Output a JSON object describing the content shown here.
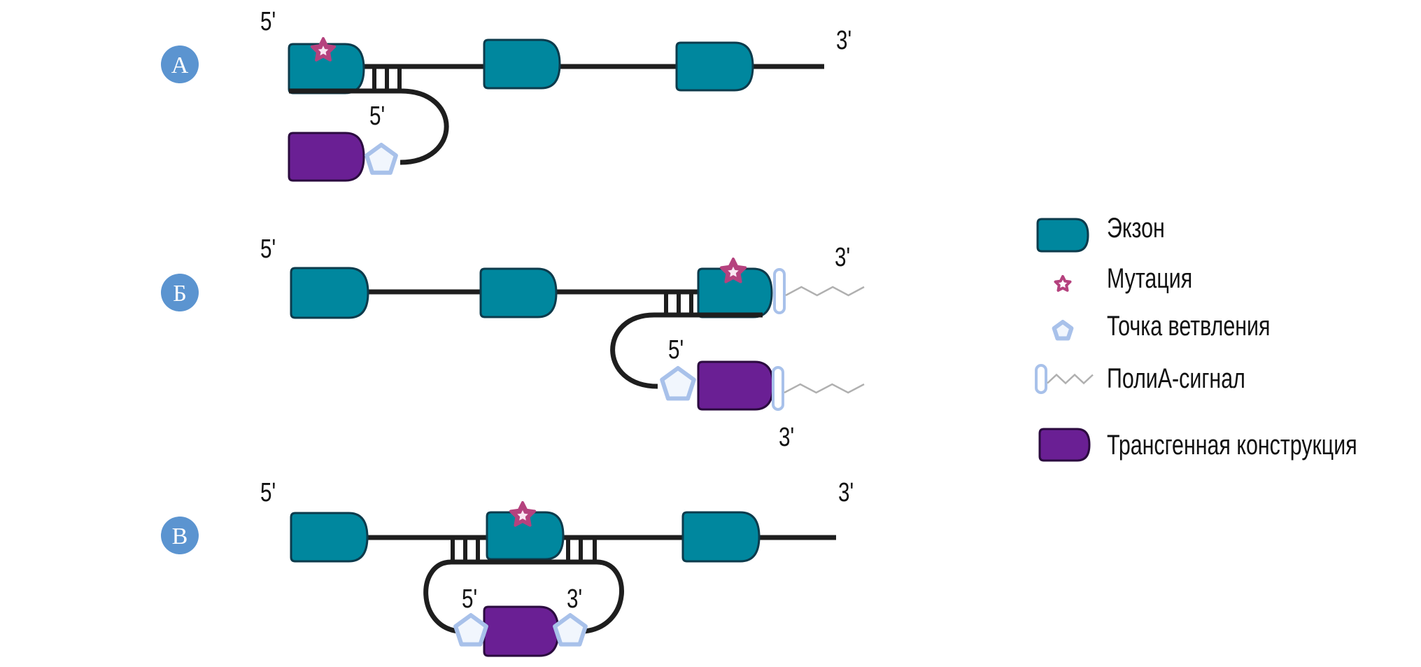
{
  "colors": {
    "exon_fill": "#00879e",
    "exon_stroke": "#0d3b4c",
    "transgene_fill": "#6a1f94",
    "transgene_stroke": "#2b0b3f",
    "mutation_fill": "#b5427e",
    "mutation_inner": "#f9e6f2",
    "branch_stroke": "#a8c1ea",
    "branch_fill": "#f1f6fd",
    "polya_bar": "#a8c1ea",
    "polya_wave": "#b0b0b0",
    "strand": "#1e1e1e",
    "panel_circle": "#5b94d0"
  },
  "panels": [
    {
      "id": "A",
      "letter": "А",
      "label_5prime": "5'",
      "label_3prime": "3'",
      "transgene_label_5prime": "5'"
    },
    {
      "id": "B",
      "letter": "Б",
      "label_5prime": "5'",
      "label_3prime": "3'",
      "transgene_label_5prime": "5'",
      "transgene_label_3prime": "3'"
    },
    {
      "id": "C",
      "letter": "В",
      "label_5prime": "5'",
      "label_3prime": "3'",
      "transgene_label_5prime": "5'",
      "transgene_label_3prime": "3'"
    }
  ],
  "legend": [
    {
      "key": "exon",
      "label": "Экзон"
    },
    {
      "key": "mutation",
      "label": "Мутация"
    },
    {
      "key": "branch-point",
      "label": "Точка ветвления"
    },
    {
      "key": "polya-signal",
      "label": "ПолиА-сигнал"
    },
    {
      "key": "transgene",
      "label": "Трансгенная конструкция"
    }
  ]
}
